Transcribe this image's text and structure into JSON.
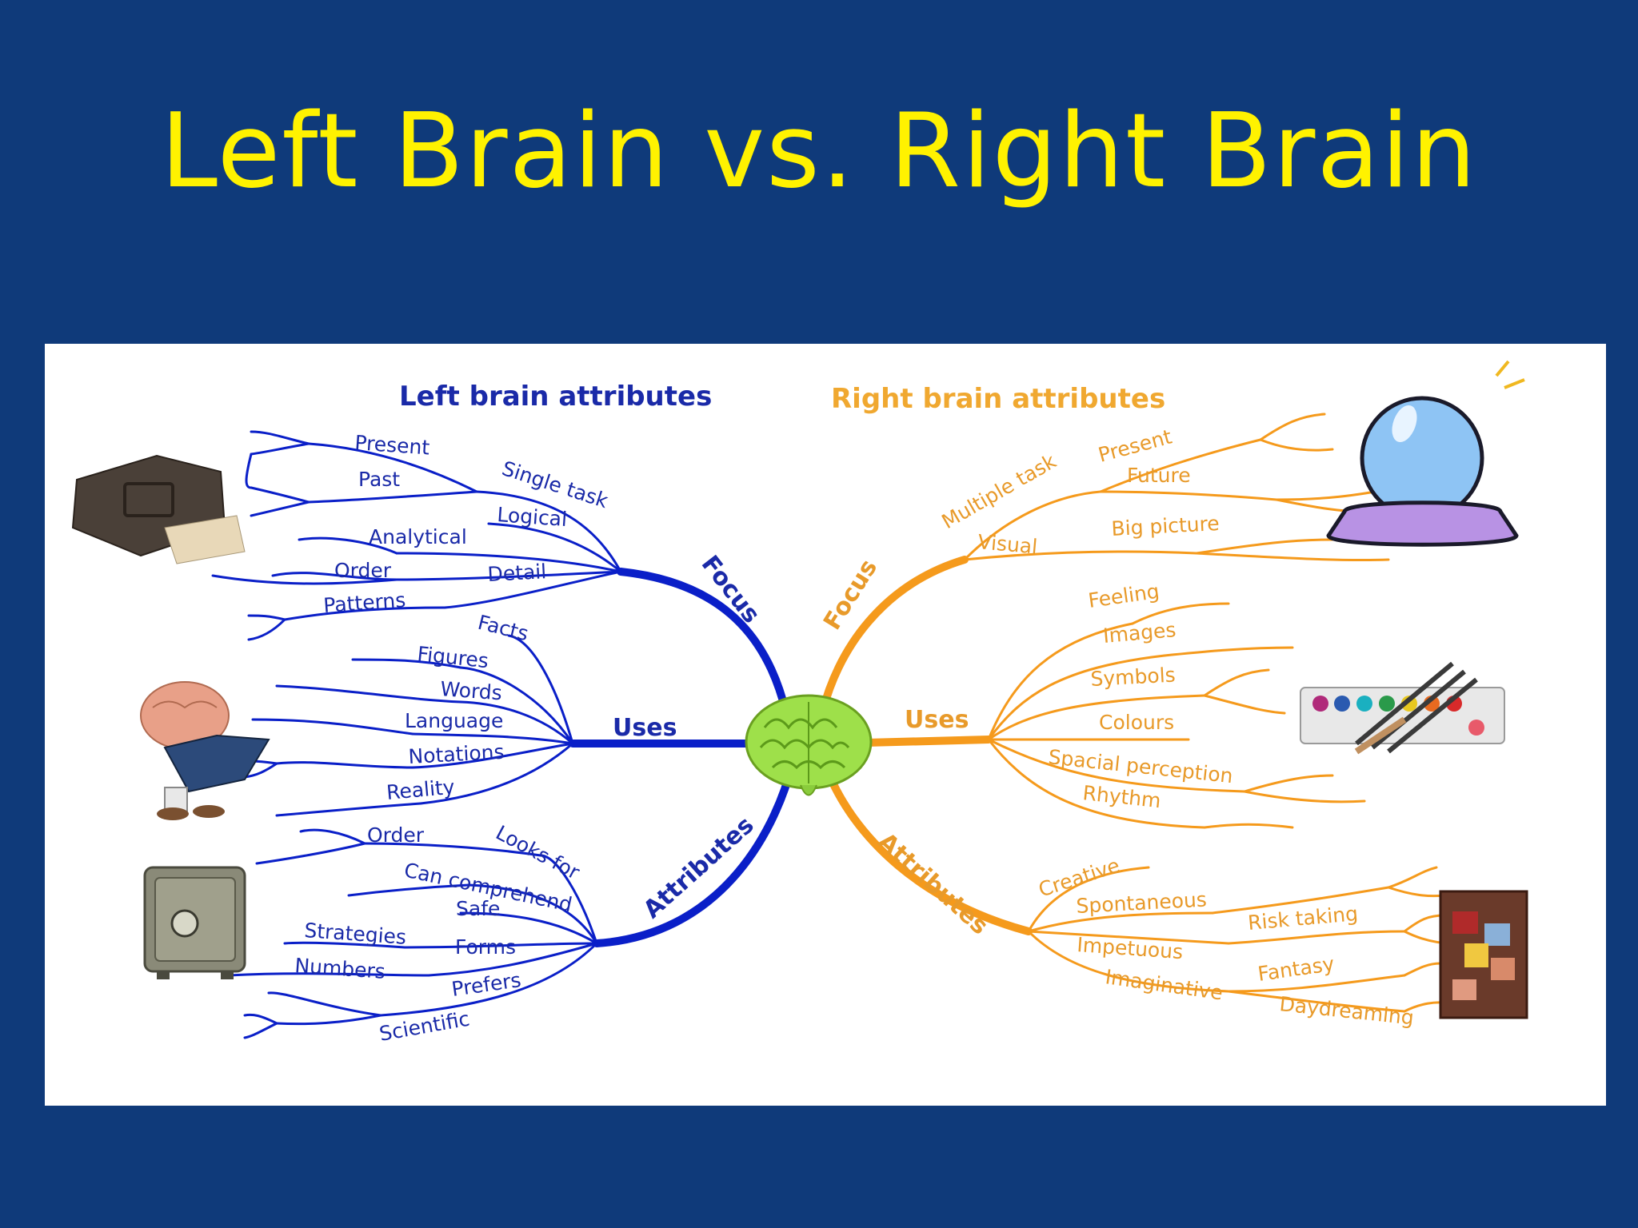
{
  "title": "Left Brain vs. Right Brain",
  "colors": {
    "background": "#0f3a7a",
    "title": "#fff200",
    "left_branch": "#0a1fc8",
    "right_branch": "#f59a1c",
    "brain": "#9ee04a"
  },
  "left": {
    "header": "Left brain attributes",
    "focus": {
      "label": "Focus",
      "leaves": [
        "Present",
        "Past",
        "Single task",
        "Logical",
        "Analytical",
        "Order",
        "Detail",
        "Patterns"
      ]
    },
    "uses": {
      "label": "Uses",
      "leaves": [
        "Facts",
        "Figures",
        "Words",
        "Language",
        "Notations",
        "Reality"
      ]
    },
    "attributes": {
      "label": "Attributes",
      "leaves": [
        "Order",
        "Looks for",
        "Can comprehend",
        "Safe",
        "Strategies",
        "Forms",
        "Numbers",
        "Prefers",
        "Scientific"
      ]
    }
  },
  "right": {
    "header": "Right brain attributes",
    "focus": {
      "label": "Focus",
      "leaves": [
        "Multiple task",
        "Present",
        "Future",
        "Visual",
        "Big picture"
      ]
    },
    "uses": {
      "label": "Uses",
      "leaves": [
        "Feeling",
        "Images",
        "Symbols",
        "Colours",
        "Spacial perception",
        "Rhythm"
      ]
    },
    "attributes": {
      "label": "Attributes",
      "leaves": [
        "Creative",
        "Spontaneous",
        "Impetuous",
        "Imaginative",
        "Risk taking",
        "Fantasy",
        "Daydreaming"
      ]
    }
  },
  "icons": [
    "wallet-icon",
    "brain-reading-book-icon",
    "safe-icon",
    "crystal-ball-icon",
    "paint-palette-icon",
    "puzzle-icon",
    "brain-icon"
  ]
}
